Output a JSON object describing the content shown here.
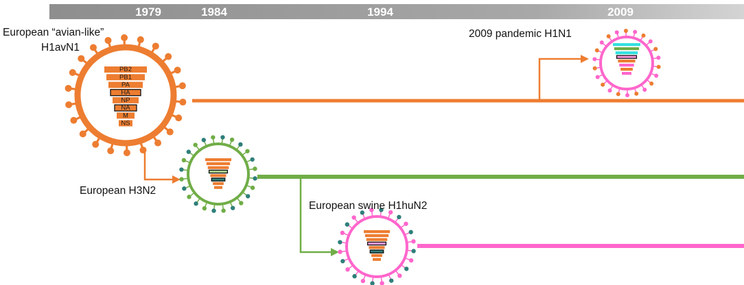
{
  "timeline": {
    "years": [
      "1979",
      "1984",
      "1994",
      "2009"
    ]
  },
  "labels": {
    "avian_like_line1": "European “avian-like”",
    "avian_like_line2": "H1avN1",
    "h3n2": "European H3N2",
    "h1hun2": "European swine H1huN2",
    "pandemic": "2009 pandemic H1N1"
  },
  "segments": [
    "PB2",
    "PB1",
    "PA",
    "HA",
    "NP",
    "NA",
    "M",
    "NS"
  ],
  "colors": {
    "avian_lineage": "#ed7d31",
    "h3n2_lineage": "#70ad47",
    "h1hun2_lineage": "#ff66cc",
    "pandemic_envelope": "#ff66cc",
    "h3n2_ha_segment": "#a9d18e",
    "h3n2_na_segment": "#2f7f7a",
    "h1hun2_ha_segment": "#ff99dd",
    "h1hun2_na_segment": "#2f7f7a",
    "pandemic_cyan_segment": "#33e0e0",
    "timeline_bar": "#9a9a9a",
    "spike_teal": "#2f7f7a",
    "spike_orange": "#ed7d31"
  }
}
